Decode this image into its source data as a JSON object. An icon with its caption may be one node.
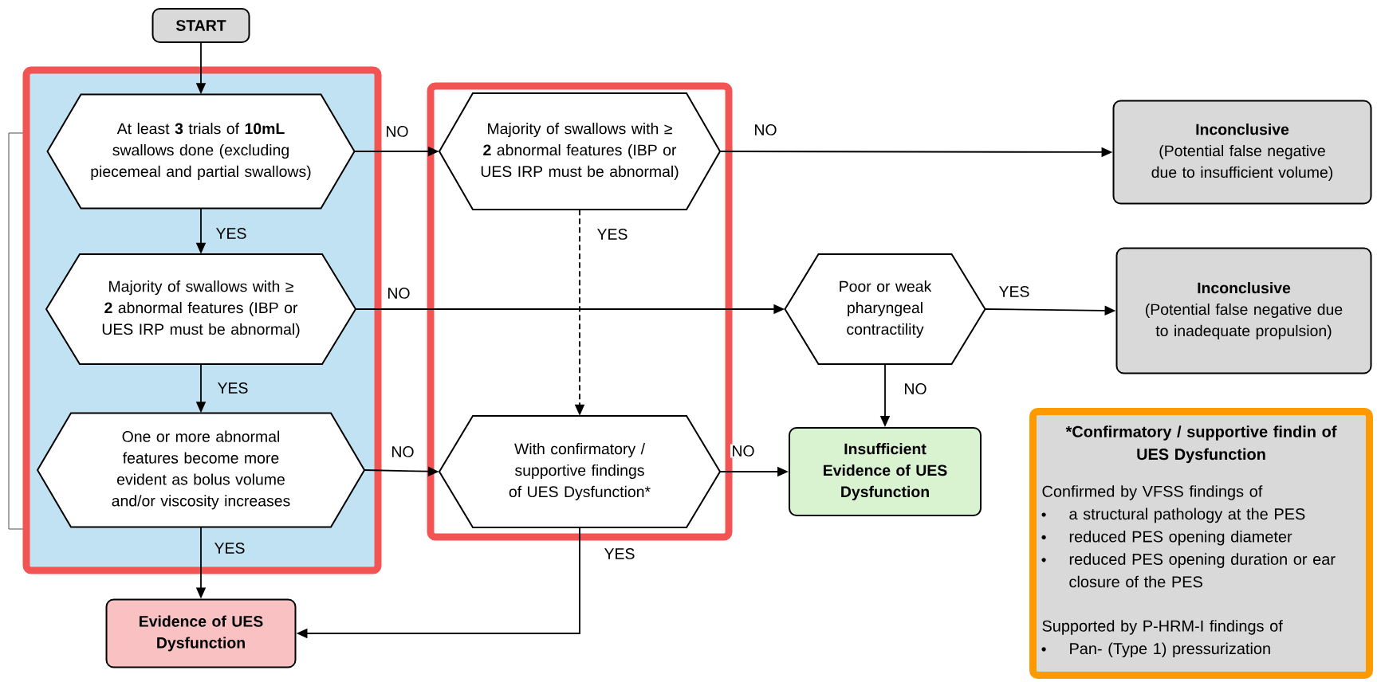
{
  "diagram": {
    "nodes": [
      {
        "text": [
          "START"
        ]
      },
      {
        "text": [],
        "shape": "box"
      },
      {
        "text": [
          "At least **3** trials of **10mL** swallows done (excluding piecemeal and partial swallows)"
        ],
        "in": 1
      },
      {
        "text": [
          "Majority of swallows with ≥ **2** abnormal features (IBP or UES IRP must be abnormal)"
        ],
        "in": 1
      },
      {
        "text": [
          "One or more abnormal features become more evident as bolus volume and/or viscosity increases"
        ],
        "in": 1
      },
      {
        "text": [],
        "shape": "box"
      },
      {
        "text": [
          "Majority of swallows with ≥ **2** abnormal features (IBP or UES IRP must be abnormal)"
        ],
        "in": 5
      },
      {
        "text": [
          "With confirmatory / supportive findings of UES Dysfunction*"
        ],
        "in": 5
      },
      {
        "text": [
          "Inconclusive",
          "(Potential false negative due to insufficient volume)"
        ]
      },
      {
        "text": [
          "Poor or weak pharyngeal contractility"
        ]
      },
      {
        "text": [
          "Inconclusive",
          "(Potential false negative due to inadequate propulsion)"
        ]
      },
      {
        "text": [
          "Insufficient Evidence of UES Dysfunction"
        ]
      },
      {
        "text": [
          "*Confirmatory / supportive findin of UES Dysfunction",
          "Confirmed by VFSS findings of",
          "a structural pathology at the PES",
          "reduced PES opening diameter",
          "reduced PES opening duration or ear closure of the PES",
          "Supported by P-HRM-I findings of",
          "Pan- (Type 1) pressurization"
        ]
      },
      {
        "text": [
          "Evidence of UES Dysfunction"
        ]
      }
    ],
    "edges": [
      {
        "from": 0,
        "to": 2,
        "arrow": "to"
      },
      {
        "from": 2,
        "to": 6,
        "arrow": "to",
        "label": "NO"
      },
      {
        "from": 2,
        "to": 3,
        "arrow": "to",
        "label": "YES"
      },
      {
        "from": 3,
        "to": 9,
        "arrow": "to",
        "label": "NO"
      },
      {
        "from": 3,
        "to": 4,
        "arrow": "to",
        "label": "YES"
      },
      {
        "from": 4,
        "to": 7,
        "arrow": "to",
        "label": "NO"
      },
      {
        "from": 4,
        "to": 13,
        "arrow": "to",
        "label": "YES"
      },
      {
        "from": 6,
        "to": 8,
        "arrow": "to",
        "label": "NO"
      },
      {
        "from": 6,
        "to": 7,
        "arrow": "to",
        "label": "YES",
        "style": "dashed"
      },
      {
        "from": 9,
        "to": 10,
        "arrow": "to",
        "label": "YES"
      },
      {
        "from": 9,
        "to": 11,
        "arrow": "to",
        "label": "NO"
      },
      {
        "from": 7,
        "to": 11,
        "arrow": "to",
        "label": "NO"
      },
      {
        "from": 7,
        "to": 13,
        "arrow": "to",
        "label": "YES"
      }
    ]
  }
}
